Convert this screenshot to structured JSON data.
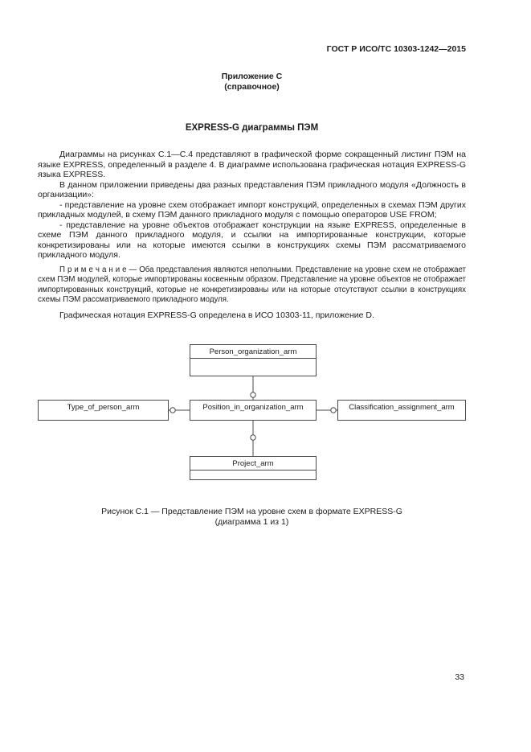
{
  "page": {
    "header": "ГОСТ Р ИСО/ТС 10303-1242—2015",
    "page_number": "33"
  },
  "annex": {
    "title": "Приложение С",
    "subtitle": "(справочное)",
    "heading": "EXPRESS-G диаграммы ПЭМ"
  },
  "paragraphs": {
    "p1": "Диаграммы на рисунках С.1—С.4 представляют в графической форме сокращенный листинг ПЭМ на языке EXPRESS, определенный в разделе 4. В диаграмме использована графическая нотация EXPRESS-G языка EXPRESS.",
    "p2_intro": "В данном приложении приведены два разных представления ПЭМ прикладного модуля «Должность в организации»:",
    "p2_item1": "- представление на уровне схем отображает импорт конструкций, определенных в схемах ПЭМ других прикладных модулей, в схему ПЭМ данного прикладного модуля с помощью операторов USE FROM;",
    "p2_item2": "- представление на уровне объектов отображает конструкции на языке EXPRESS, определенные в схеме ПЭМ данного прикладного модуля, и ссылки на импортированные конструкции, которые конкретизированы или на которые имеются ссылки в конструкциях схемы ПЭМ рассматриваемого прикладного модуля.",
    "note": "П р и м е ч а н и е — Оба представления являются неполными. Представление на уровне схем не отображает схем ПЭМ модулей, которые импортированы косвенным образом. Представление на уровне объектов не отображает импортированных конструкций, которые не конкретизированы или на которые отсутствуют ссылки в конструкциях схемы ПЭМ рассматриваемого прикладного модуля.",
    "p3": "Графическая нотация EXPRESS-G определена в ИСО 10303-11, приложение D."
  },
  "diagram": {
    "boxes": {
      "top": "Person_organization_arm",
      "left": "Type_of_person_arm",
      "center": "Position_in_organization_arm",
      "right": "Classification_assignment_arm",
      "bottom": "Project_arm"
    }
  },
  "caption": {
    "line1": "Рисунок С.1 — Представление ПЭМ на уровне схем в формате EXPRESS-G",
    "line2": "(диаграмма 1 из 1)"
  }
}
